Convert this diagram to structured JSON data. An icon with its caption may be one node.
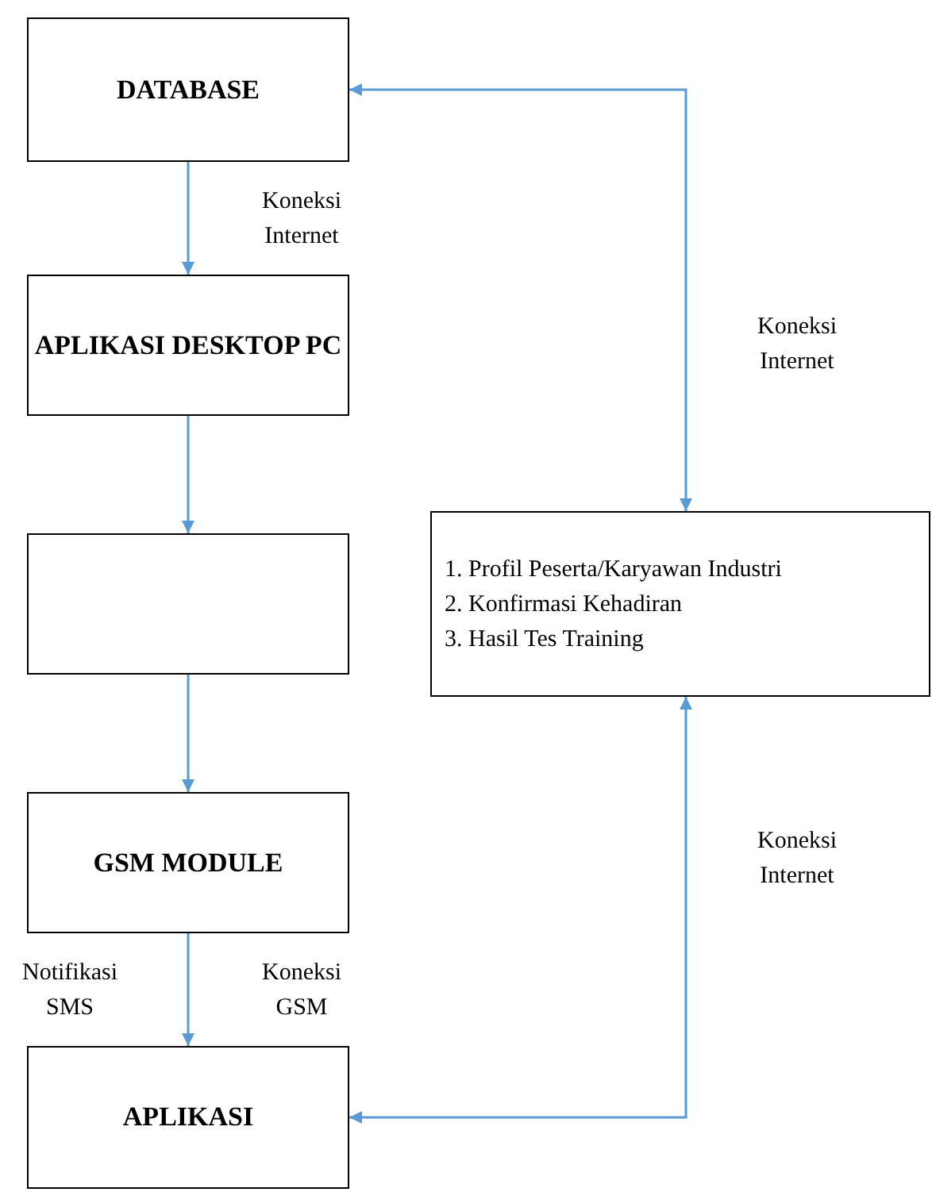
{
  "diagram": {
    "nodes": [
      {
        "text": [
          "DATABASE"
        ]
      },
      {
        "text": [
          "APLIKASI DESKTOP PC"
        ]
      },
      {
        "text": [],
        "shape": "box"
      },
      {
        "text": [
          "GSM MODULE"
        ]
      },
      {
        "text": [
          "APLIKASI"
        ]
      },
      {
        "text": [
          "1. Profil Peserta/Karyawan Industri",
          "2. Konfirmasi Kehadiran",
          "3. Hasil Tes Training"
        ]
      }
    ],
    "edges": [
      {
        "from": 0,
        "to": 1,
        "arrow": "to",
        "label": "Koneksi Internet"
      },
      {
        "from": 1,
        "to": 2,
        "arrow": "to"
      },
      {
        "from": 2,
        "to": 3,
        "arrow": "to"
      },
      {
        "from": 3,
        "to": 4,
        "arrow": "to",
        "label": "Koneksi GSM"
      },
      {
        "from": 0,
        "to": 5,
        "arrow": "both",
        "label": "Koneksi Internet"
      },
      {
        "from": 4,
        "to": 5,
        "arrow": "both",
        "label": "Koneksi Internet"
      }
    ],
    "labels": [
      "Notifikasi SMS"
    ]
  }
}
